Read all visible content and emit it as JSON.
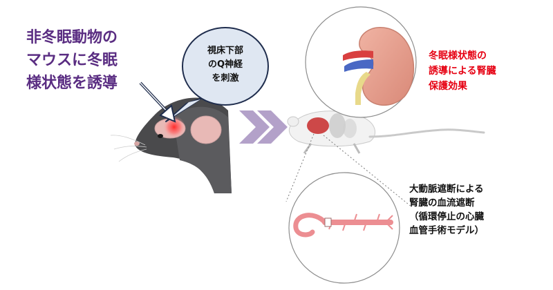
{
  "left_caption": "非冬眠動物の\nマウスに冬眠\n様状態を誘導",
  "bubble_caption": "視床下部\nのQ神経\nを刺激",
  "effect_caption": "冬眠様状態の\n誘導による腎臓\n保護効果",
  "model_caption": "大動脈遮断による\n腎臓の血流遮断\n（循環停止の心臓\n血管手術モデル）",
  "colors": {
    "purple": "#5a2d82",
    "red": "#e60012",
    "chevron": "#b3a1c9",
    "kidney": "#e3a090",
    "aorta": "#ec8e92"
  }
}
